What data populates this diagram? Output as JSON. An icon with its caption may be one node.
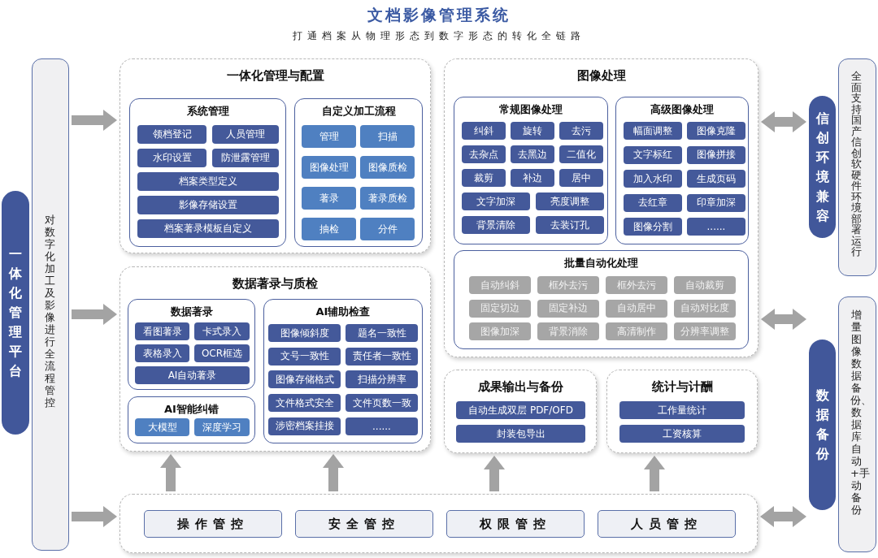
{
  "diagram": {
    "title": "文档影像管理系统",
    "nodes": [
      {
        "text": [
          "一体化管理平台"
        ]
      },
      {
        "text": [
          "对数字化加工及影像进行全流程管控"
        ]
      },
      {
        "text": [
          "一体化管理与配置"
        ]
      },
      {
        "text": [
          "系统管理"
        ],
        "in": 2
      },
      {
        "text": [
          "领档登记"
        ],
        "in": 3
      },
      {
        "text": [
          "人员管理"
        ],
        "in": 3
      },
      {
        "text": [
          "水印设置"
        ],
        "in": 3
      },
      {
        "text": [
          "防泄露管理"
        ],
        "in": 3
      },
      {
        "text": [
          "档案类型定义"
        ],
        "in": 3
      },
      {
        "text": [
          "影像存储设置"
        ],
        "in": 3
      },
      {
        "text": [
          "档案著录模板自定义"
        ],
        "in": 3
      },
      {
        "text": [
          "自定义加工流程"
        ],
        "in": 2
      },
      {
        "text": [
          "管理"
        ],
        "in": 11
      },
      {
        "text": [
          "扫描"
        ],
        "in": 11
      },
      {
        "text": [
          "图像处理"
        ],
        "in": 11
      },
      {
        "text": [
          "图像质检"
        ],
        "in": 11
      },
      {
        "text": [
          "著录"
        ],
        "in": 11
      },
      {
        "text": [
          "著录质检"
        ],
        "in": 11
      },
      {
        "text": [
          "抽检"
        ],
        "in": 11
      },
      {
        "text": [
          "分件"
        ],
        "in": 11
      },
      {
        "text": [
          "图像处理"
        ]
      },
      {
        "text": [
          "常规图像处理"
        ],
        "in": 20
      },
      {
        "text": [
          "纠斜"
        ],
        "in": 21
      },
      {
        "text": [
          "旋转"
        ],
        "in": 21
      },
      {
        "text": [
          "去污"
        ],
        "in": 21
      },
      {
        "text": [
          "去杂点"
        ],
        "in": 21
      },
      {
        "text": [
          "去黑边"
        ],
        "in": 21
      },
      {
        "text": [
          "二值化"
        ],
        "in": 21
      },
      {
        "text": [
          "裁剪"
        ],
        "in": 21
      },
      {
        "text": [
          "补边"
        ],
        "in": 21
      },
      {
        "text": [
          "居中"
        ],
        "in": 21
      },
      {
        "text": [
          "文字加深"
        ],
        "in": 21
      },
      {
        "text": [
          "亮度调整"
        ],
        "in": 21
      },
      {
        "text": [
          "背景清除"
        ],
        "in": 21
      },
      {
        "text": [
          "去装订孔"
        ],
        "in": 21
      },
      {
        "text": [
          "高级图像处理"
        ],
        "in": 20
      },
      {
        "text": [
          "幅面调整"
        ],
        "in": 35
      },
      {
        "text": [
          "图像克隆"
        ],
        "in": 35
      },
      {
        "text": [
          "文字标红"
        ],
        "in": 35
      },
      {
        "text": [
          "图像拼接"
        ],
        "in": 35
      },
      {
        "text": [
          "加入水印"
        ],
        "in": 35
      },
      {
        "text": [
          "生成页码"
        ],
        "in": 35
      },
      {
        "text": [
          "去红章"
        ],
        "in": 35
      },
      {
        "text": [
          "印章加深"
        ],
        "in": 35
      },
      {
        "text": [
          "图像分割"
        ],
        "in": 35
      },
      {
        "text": [
          "......"
        ],
        "in": 35
      },
      {
        "text": [
          "批量自动化处理"
        ],
        "in": 20
      },
      {
        "text": [
          "自动纠斜"
        ],
        "in": 46
      },
      {
        "text": [
          "框外去污"
        ],
        "in": 46
      },
      {
        "text": [
          "框外去污"
        ],
        "in": 46
      },
      {
        "text": [
          "自动裁剪"
        ],
        "in": 46
      },
      {
        "text": [
          "固定切边"
        ],
        "in": 46
      },
      {
        "text": [
          "固定补边"
        ],
        "in": 46
      },
      {
        "text": [
          "自动居中"
        ],
        "in": 46
      },
      {
        "text": [
          "自动对比度"
        ],
        "in": 46
      },
      {
        "text": [
          "图像加深"
        ],
        "in": 46
      },
      {
        "text": [
          "背景消除"
        ],
        "in": 46
      },
      {
        "text": [
          "高清制作"
        ],
        "in": 46
      },
      {
        "text": [
          "分辨率调整"
        ],
        "in": 46
      },
      {
        "text": [
          "数据著录与质检"
        ]
      },
      {
        "text": [
          "数据著录"
        ],
        "in": 59
      },
      {
        "text": [
          "看图著录"
        ],
        "in": 60
      },
      {
        "text": [
          "卡式录入"
        ],
        "in": 60
      },
      {
        "text": [
          "表格录入"
        ],
        "in": 60
      },
      {
        "text": [
          "OCR框选"
        ],
        "in": 60
      },
      {
        "text": [
          "AI自动著录"
        ],
        "in": 60
      },
      {
        "text": [
          "AI智能纠错"
        ],
        "in": 59
      },
      {
        "text": [
          "大模型"
        ],
        "in": 66
      },
      {
        "text": [
          "深度学习"
        ],
        "in": 66
      },
      {
        "text": [
          "AI辅助检查"
        ],
        "in": 59
      },
      {
        "text": [
          "图像倾斜度"
        ],
        "in": 69
      },
      {
        "text": [
          "题名一致性"
        ],
        "in": 69
      },
      {
        "text": [
          "文号一致性"
        ],
        "in": 69
      },
      {
        "text": [
          "责任者一致性"
        ],
        "in": 69
      },
      {
        "text": [
          "图像存储格式"
        ],
        "in": 69
      },
      {
        "text": [
          "扫描分辨率"
        ],
        "in": 69
      },
      {
        "text": [
          "文件格式安全"
        ],
        "in": 69
      },
      {
        "text": [
          "文件页数一致"
        ],
        "in": 69
      },
      {
        "text": [
          "涉密档案挂接"
        ],
        "in": 69
      },
      {
        "text": [
          "......"
        ],
        "in": 69
      },
      {
        "text": [
          "成果输出与备份"
        ]
      },
      {
        "text": [
          "自动生成双层 PDF/OFD"
        ],
        "in": 80
      },
      {
        "text": [
          "封装包导出"
        ],
        "in": 80
      },
      {
        "text": [
          "统计与计酬"
        ]
      },
      {
        "text": [
          "工作量统计"
        ],
        "in": 83
      },
      {
        "text": [
          "工资核算"
        ],
        "in": 83
      },
      {
        "text": [],
        "shape": "box"
      },
      {
        "text": [
          "操作管控"
        ],
        "in": 86
      },
      {
        "text": [
          "安全管控"
        ],
        "in": 86
      },
      {
        "text": [
          "权限管控"
        ],
        "in": 86
      },
      {
        "text": [
          "人员管控"
        ],
        "in": 86
      },
      {
        "text": [
          "全面支持国产信创软硬件环境部署运行"
        ]
      },
      {
        "text": [
          "信创环境兼容"
        ]
      },
      {
        "text": [
          "增量图像数据备份、数据库自动+手动备份"
        ]
      },
      {
        "text": [
          "数据备份"
        ]
      }
    ],
    "edges": [
      {
        "from": 1,
        "to": 2,
        "arrow": "to"
      },
      {
        "from": 1,
        "to": 59,
        "arrow": "to"
      },
      {
        "from": 1,
        "to": 86,
        "arrow": "to"
      },
      {
        "from": 20,
        "to": 92,
        "arrow": "both"
      },
      {
        "from": 20,
        "to": 94,
        "arrow": "both"
      },
      {
        "from": 86,
        "to": 94,
        "arrow": "both"
      },
      {
        "from": 86,
        "to": 59,
        "arrow": "to"
      },
      {
        "from": 86,
        "to": 59,
        "arrow": "to"
      },
      {
        "from": 86,
        "to": 80,
        "arrow": "to"
      },
      {
        "from": 86,
        "to": 83,
        "arrow": "to"
      }
    ],
    "labels": [
      "打通档案从物理形态到数字形态的转化全链路"
    ]
  }
}
